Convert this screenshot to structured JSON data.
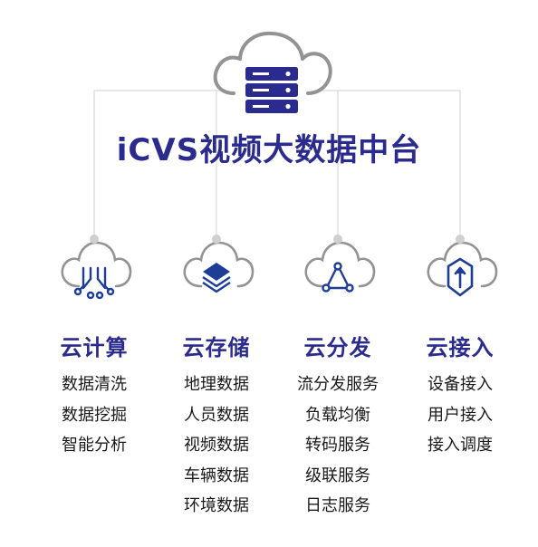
{
  "title": "iCVS视频大数据中台",
  "colors": {
    "brand": "#2b2b8f",
    "cloud_outline": "#939393",
    "connector": "#d9d9d9",
    "connector_dot": "#cfcfcf",
    "icon_blue": "#1e3d96"
  },
  "top_icon": "server-rack-cloud-icon",
  "columns": [
    {
      "key": "compute",
      "icon": "circuit-board-icon",
      "title": "云计算",
      "items": [
        "数据清洗",
        "数据挖掘",
        "智能分析"
      ]
    },
    {
      "key": "storage",
      "icon": "layers-stack-icon",
      "title": "云存储",
      "items": [
        "地理数据",
        "人员数据",
        "视频数据",
        "车辆数据",
        "环境数据"
      ]
    },
    {
      "key": "distribution",
      "icon": "share-nodes-icon",
      "title": "云分发",
      "items": [
        "流分发服务",
        "负载均衡",
        "转码服务",
        "级联服务",
        "日志服务"
      ]
    },
    {
      "key": "access",
      "icon": "upload-arrow-icon",
      "title": "云接入",
      "items": [
        "设备接入",
        "用户接入",
        "接入调度"
      ]
    }
  ]
}
